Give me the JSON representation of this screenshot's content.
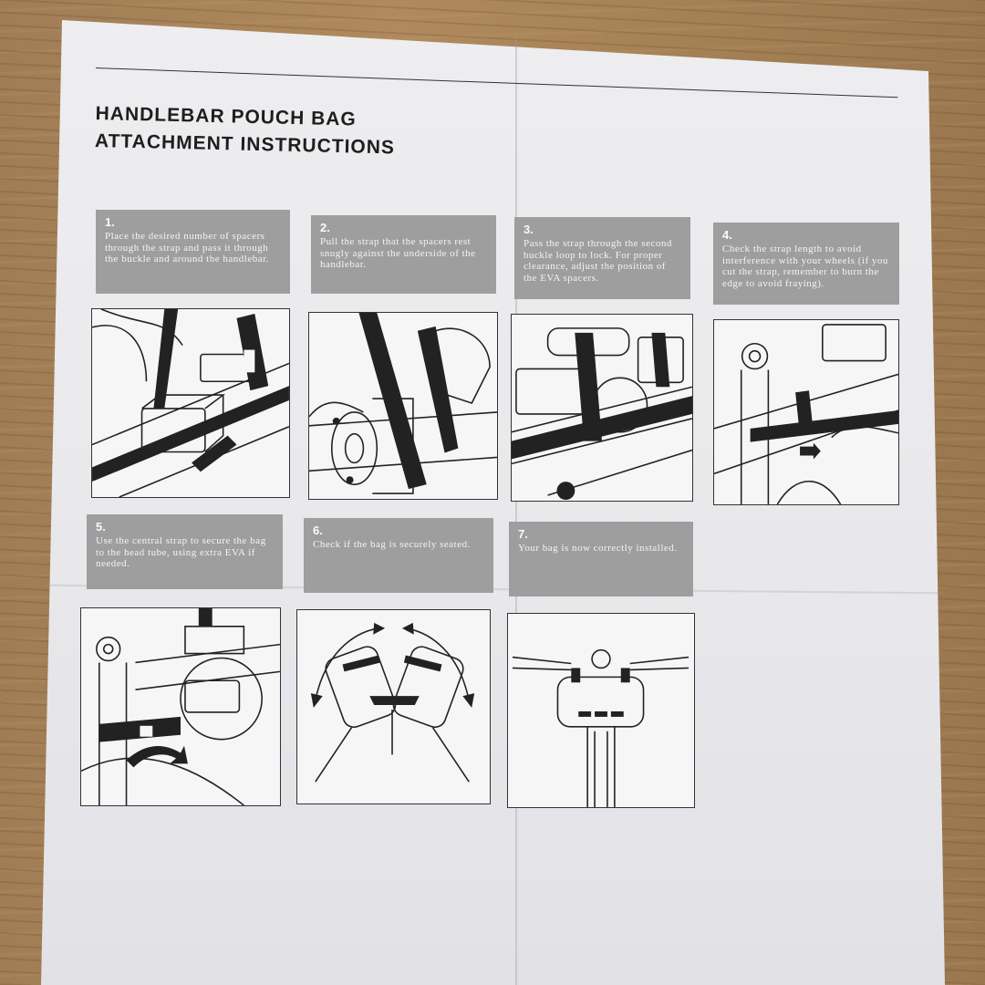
{
  "document": {
    "title_lines": [
      "HANDLEBAR POUCH BAG",
      "ATTACHMENT INSTRUCTIONS"
    ]
  },
  "steps": [
    {
      "number": "1.",
      "text": "Place the desired number of spacers through the strap and pass it through the buckle and around the handlebar."
    },
    {
      "number": "2.",
      "text": "Pull the strap that the spacers rest snugly against the underside of the handlebar."
    },
    {
      "number": "3.",
      "text": "Pass the strap through the second buckle loop to lock. For proper clearance, adjust the position of the EVA spacers."
    },
    {
      "number": "4.",
      "text": "Check the strap length to avoid interference with your wheels (if you cut the strap, remember to burn the edge to avoid fraying)."
    },
    {
      "number": "5.",
      "text": "Use the central strap to secure the bag to the head tube, using extra EVA if needed."
    },
    {
      "number": "6.",
      "text": "Check if the bag is securely seated."
    },
    {
      "number": "7.",
      "text": "Your bag is now correctly installed."
    }
  ]
}
